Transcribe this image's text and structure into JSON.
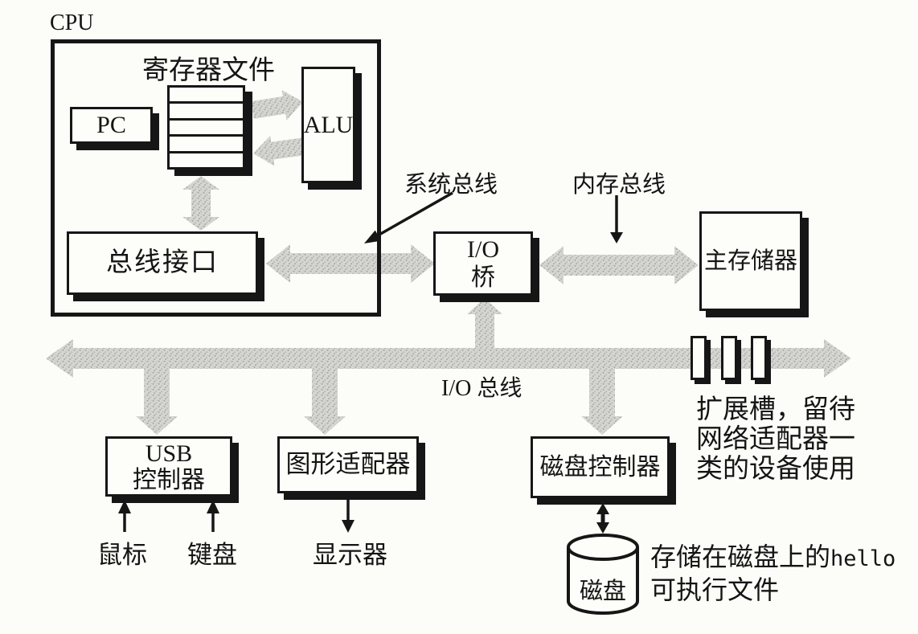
{
  "colors": {
    "paper": "#fcfcf8",
    "ink": "#161616",
    "arrow_fill": "#d3d3d0",
    "arrow_speckle": "#a8a8a4"
  },
  "cpu": {
    "label": "CPU",
    "register_file": "寄存器文件",
    "pc": "PC",
    "alu": "ALU",
    "bus_interface": "总线接口"
  },
  "io_bridge": {
    "line1": "I/O",
    "line2": "桥"
  },
  "main_memory": {
    "label": "主存储器"
  },
  "bus_labels": {
    "system_bus": "系统总线",
    "memory_bus": "内存总线",
    "io_bus": "I/O 总线"
  },
  "devices": {
    "usb_controller": {
      "line1": "USB",
      "line2": "控制器"
    },
    "graphics_adapter": {
      "label": "图形适配器"
    },
    "disk_controller": {
      "label": "磁盘控制器"
    },
    "mouse": {
      "label": "鼠标"
    },
    "keyboard": {
      "label": "键盘"
    },
    "display": {
      "label": "显示器"
    },
    "disk": {
      "label": "磁盘"
    }
  },
  "annotations": {
    "expansion_slots": {
      "line1": "扩展槽，留待",
      "line2": "网络适配器一",
      "line3": "类的设备使用"
    },
    "hello_file": {
      "prefix": "存储在磁盘上的",
      "code": "hello",
      "line2": "可执行文件"
    }
  }
}
